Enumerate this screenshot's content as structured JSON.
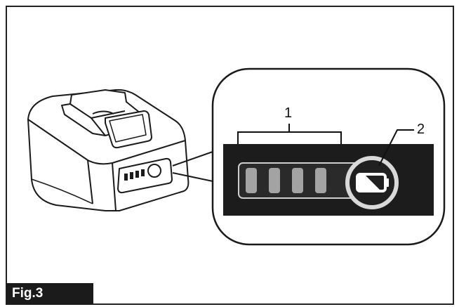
{
  "figure": {
    "label": "Fig.3",
    "callouts": [
      {
        "number": "1"
      },
      {
        "number": "2"
      }
    ],
    "indicator": {
      "lamp_count": 4,
      "lamps_lit": 4
    },
    "icons": [
      "battery-charger-icon",
      "battery-icon"
    ]
  }
}
